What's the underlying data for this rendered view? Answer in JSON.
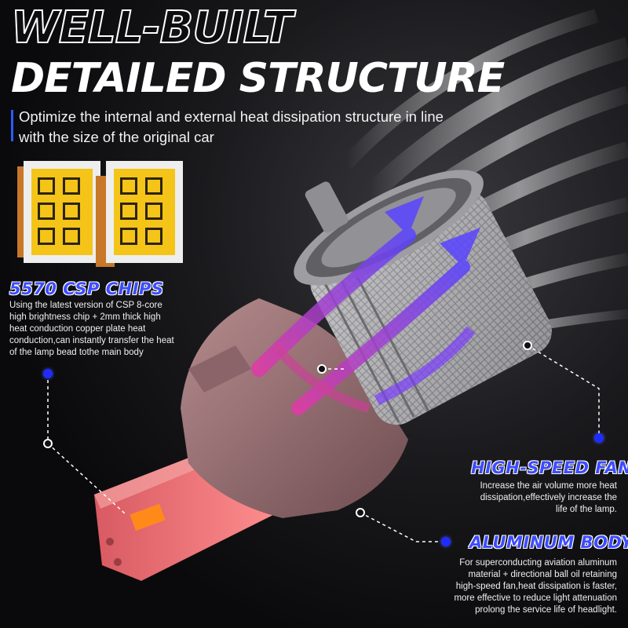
{
  "headline": {
    "line1": "WELL-BUILT",
    "line2": "DETAILED STRUCTURE"
  },
  "subtitle": {
    "line1": "Optimize the internal and external heat dissipation structure in line",
    "line2": "with the size of the original car"
  },
  "features": {
    "chips": {
      "title": "5570 CSP CHIPS",
      "lines": [
        "Using the latest version of CSP 8-core",
        "high brightness chip + 2mm thick high",
        "heat conduction copper plate heat",
        "conduction,can instantly transfer the heat",
        "of the lamp bead tothe main body"
      ]
    },
    "fan": {
      "title": "HIGH-SPEED FAN",
      "lines": [
        "Increase the air volume more heat",
        "dissipation,effectively increase the",
        "life of the lamp."
      ]
    },
    "body": {
      "title": "ALUMINUM BODY",
      "lines": [
        "For superconducting aviation aluminum",
        "material + directional ball oil retaining",
        "high-speed fan,heat dissipation is faster,",
        "more effective to reduce light attenuation",
        "prolong the service life of headlight."
      ]
    }
  },
  "colors": {
    "accent_blue": "#3d4cff",
    "background": "#0d0d10",
    "chip_yellow": "#f5c418"
  },
  "icons": {
    "callout_dot": "blue-dot-icon",
    "anchor_dot": "ring-dot-icon"
  }
}
